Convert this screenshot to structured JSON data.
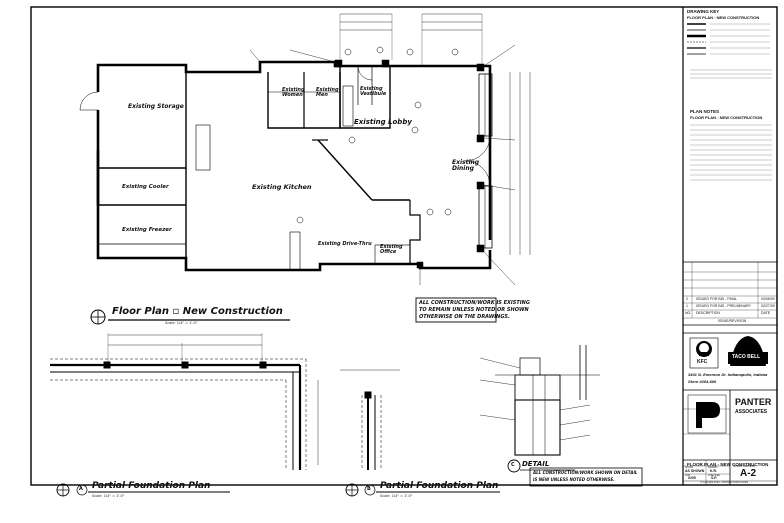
{
  "rooms": {
    "storage": "Existing Storage",
    "women": "Existing Women",
    "men": "Existing Men",
    "vestibule": "Existing Vestibule",
    "lobby": "Existing Lobby",
    "dining": "Existing Dining",
    "kitchen": "Existing Kitchen",
    "cooler": "Existing Cooler",
    "freezer": "Existing Freezer",
    "drive_thru": "Existing Drive-Thru",
    "office": "Existing Office"
  },
  "titles": {
    "floor_plan": "Floor Plan ▫ New Construction",
    "floor_plan_scale": "Scale: 1/4\" = 1'-0\"",
    "partial_a": "Partial Foundation Plan",
    "partial_a_letter": "A",
    "partial_a_scale": "Scale: 1/4\" = 1'-0\"",
    "partial_b": "Partial Foundation Plan",
    "partial_b_letter": "B",
    "partial_b_scale": "Scale: 1/4\" = 1'-0\"",
    "detail": "DETAIL",
    "detail_letter": "C"
  },
  "notes": {
    "general_1": "ALL CONSTRUCTION/WORK IS EXISTING",
    "general_2": "TO REMAIN UNLESS NOTED OR SHOWN",
    "general_3": "OTHERWISE ON THE DRAWINGS.",
    "detail_1": "ALL CONSTRUCTION/WORK SHOWN ON DETAIL",
    "detail_2": "IS NEW UNLESS NOTED OTHERWISE."
  },
  "title_block": {
    "drawing_key_title": "DRAWING KEY",
    "drawing_key_sub": "FLOOR PLAN ▫ NEW CONSTRUCTION",
    "plan_notes_title": "PLAN NOTES",
    "plan_notes_sub": "FLOOR PLAN ▫ NEW CONSTRUCTION",
    "rev_rows": [
      {
        "no": "2",
        "desc": "ISSUED FOR BID - FINAL",
        "date": "03/05/09"
      },
      {
        "no": "1",
        "desc": "ISSUED FOR BID - PRELIMINARY",
        "date": "02/27/09"
      }
    ],
    "rev_header": {
      "no": "NO.",
      "desc": "DESCRIPTION",
      "date": "DATE"
    },
    "rev_label": "ISSUE/REVISION",
    "brand_kfc": "KFC",
    "brand_tb": "TACO BELL",
    "address_1": "3401 N. Emerson Dr. Indianapolis, Indiana",
    "address_2": "Store #004-606",
    "firm": "PANTER",
    "firm_2": "ASSOCIATES",
    "sheet_title_1": "FLOOR PLAN ▫ NEW CONSTRUCTION",
    "sheet_title_2": "PARTIAL FOUNDATION PLANS",
    "sheet_title_3": "DETAILS",
    "scale_label": "SCALE",
    "scale_value": "AS SHOWN",
    "drawn_label": "DRAWN",
    "drawn_value": "K.R.",
    "job_label": "JOB",
    "job_value": "0209",
    "checked_label": "CHECKED",
    "checked_value": "S.P.",
    "sheet_label": "Sheet Number:",
    "sheet_number": "A-2",
    "copyright": "© Copyright 2009 ▫ PANTER ASSOCIATES"
  }
}
